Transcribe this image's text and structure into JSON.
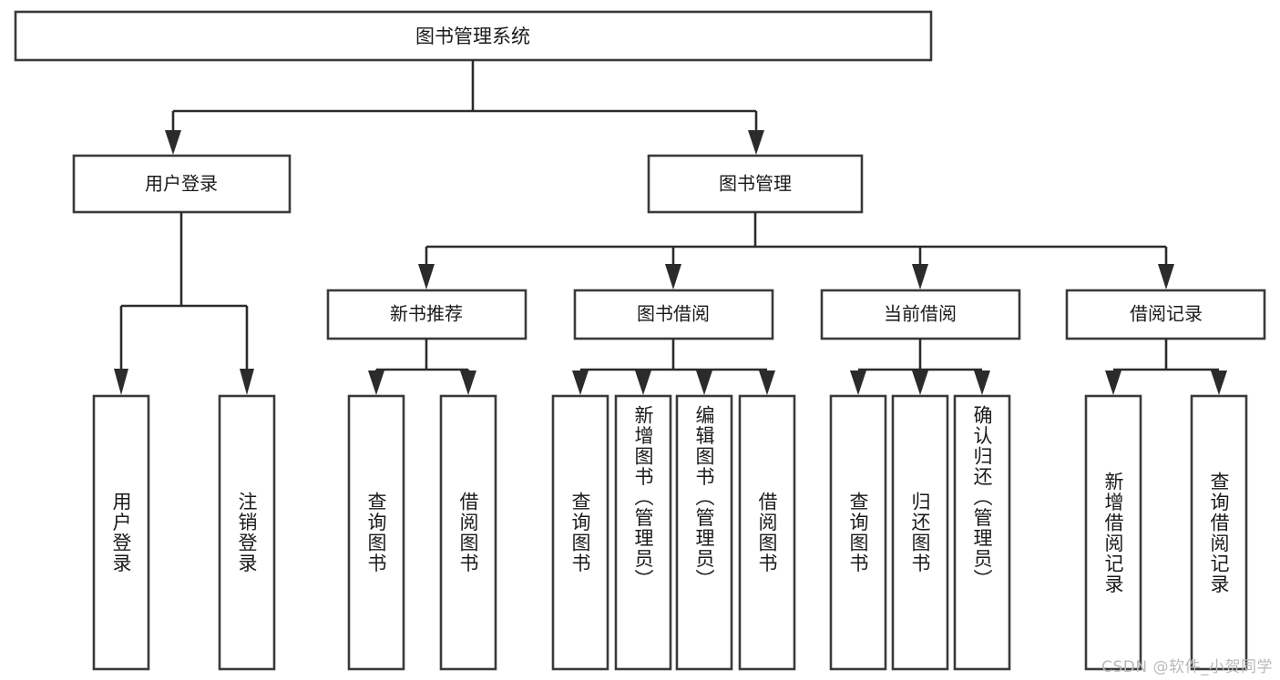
{
  "diagram": {
    "type": "tree-hierarchy",
    "title": "图书管理系统",
    "watermark": "CSDN @软件_小贺同学",
    "colors": {
      "background": "#ffffff",
      "box_stroke": "#3a3a3a",
      "connector": "#2b2b2b",
      "text": "#1a1a1a",
      "watermark": "#b9b9b9"
    },
    "root": {
      "label": "图书管理系统",
      "level": 0
    },
    "level1": [
      {
        "id": "user-login",
        "label": "用户登录"
      },
      {
        "id": "book-management",
        "label": "图书管理"
      }
    ],
    "level2": [
      {
        "id": "new-book-recommend",
        "label": "新书推荐",
        "parent": "book-management"
      },
      {
        "id": "book-borrow",
        "label": "图书借阅",
        "parent": "book-management"
      },
      {
        "id": "current-borrow",
        "label": "当前借阅",
        "parent": "book-management"
      },
      {
        "id": "borrow-record",
        "label": "借阅记录",
        "parent": "book-management"
      }
    ],
    "leaves": {
      "user-login": [
        {
          "id": "leaf-user-login",
          "label": "用户登录"
        },
        {
          "id": "leaf-logout",
          "label": "注销登录"
        }
      ],
      "new-book-recommend": [
        {
          "id": "leaf-query-book-1",
          "label": "查询图书"
        },
        {
          "id": "leaf-borrow-book-1",
          "label": "借阅图书"
        }
      ],
      "book-borrow": [
        {
          "id": "leaf-query-book-2",
          "label": "查询图书"
        },
        {
          "id": "leaf-add-book",
          "label": "新增图书（管理员）"
        },
        {
          "id": "leaf-edit-book",
          "label": "编辑图书（管理员）"
        },
        {
          "id": "leaf-borrow-book-2",
          "label": "借阅图书"
        }
      ],
      "current-borrow": [
        {
          "id": "leaf-query-book-3",
          "label": "查询图书"
        },
        {
          "id": "leaf-return-book",
          "label": "归还图书"
        },
        {
          "id": "leaf-confirm-return",
          "label": "确认归还（管理员）"
        }
      ],
      "borrow-record": [
        {
          "id": "leaf-add-record",
          "label": "新增借阅记录"
        },
        {
          "id": "leaf-query-record",
          "label": "查询借阅记录"
        }
      ]
    }
  }
}
